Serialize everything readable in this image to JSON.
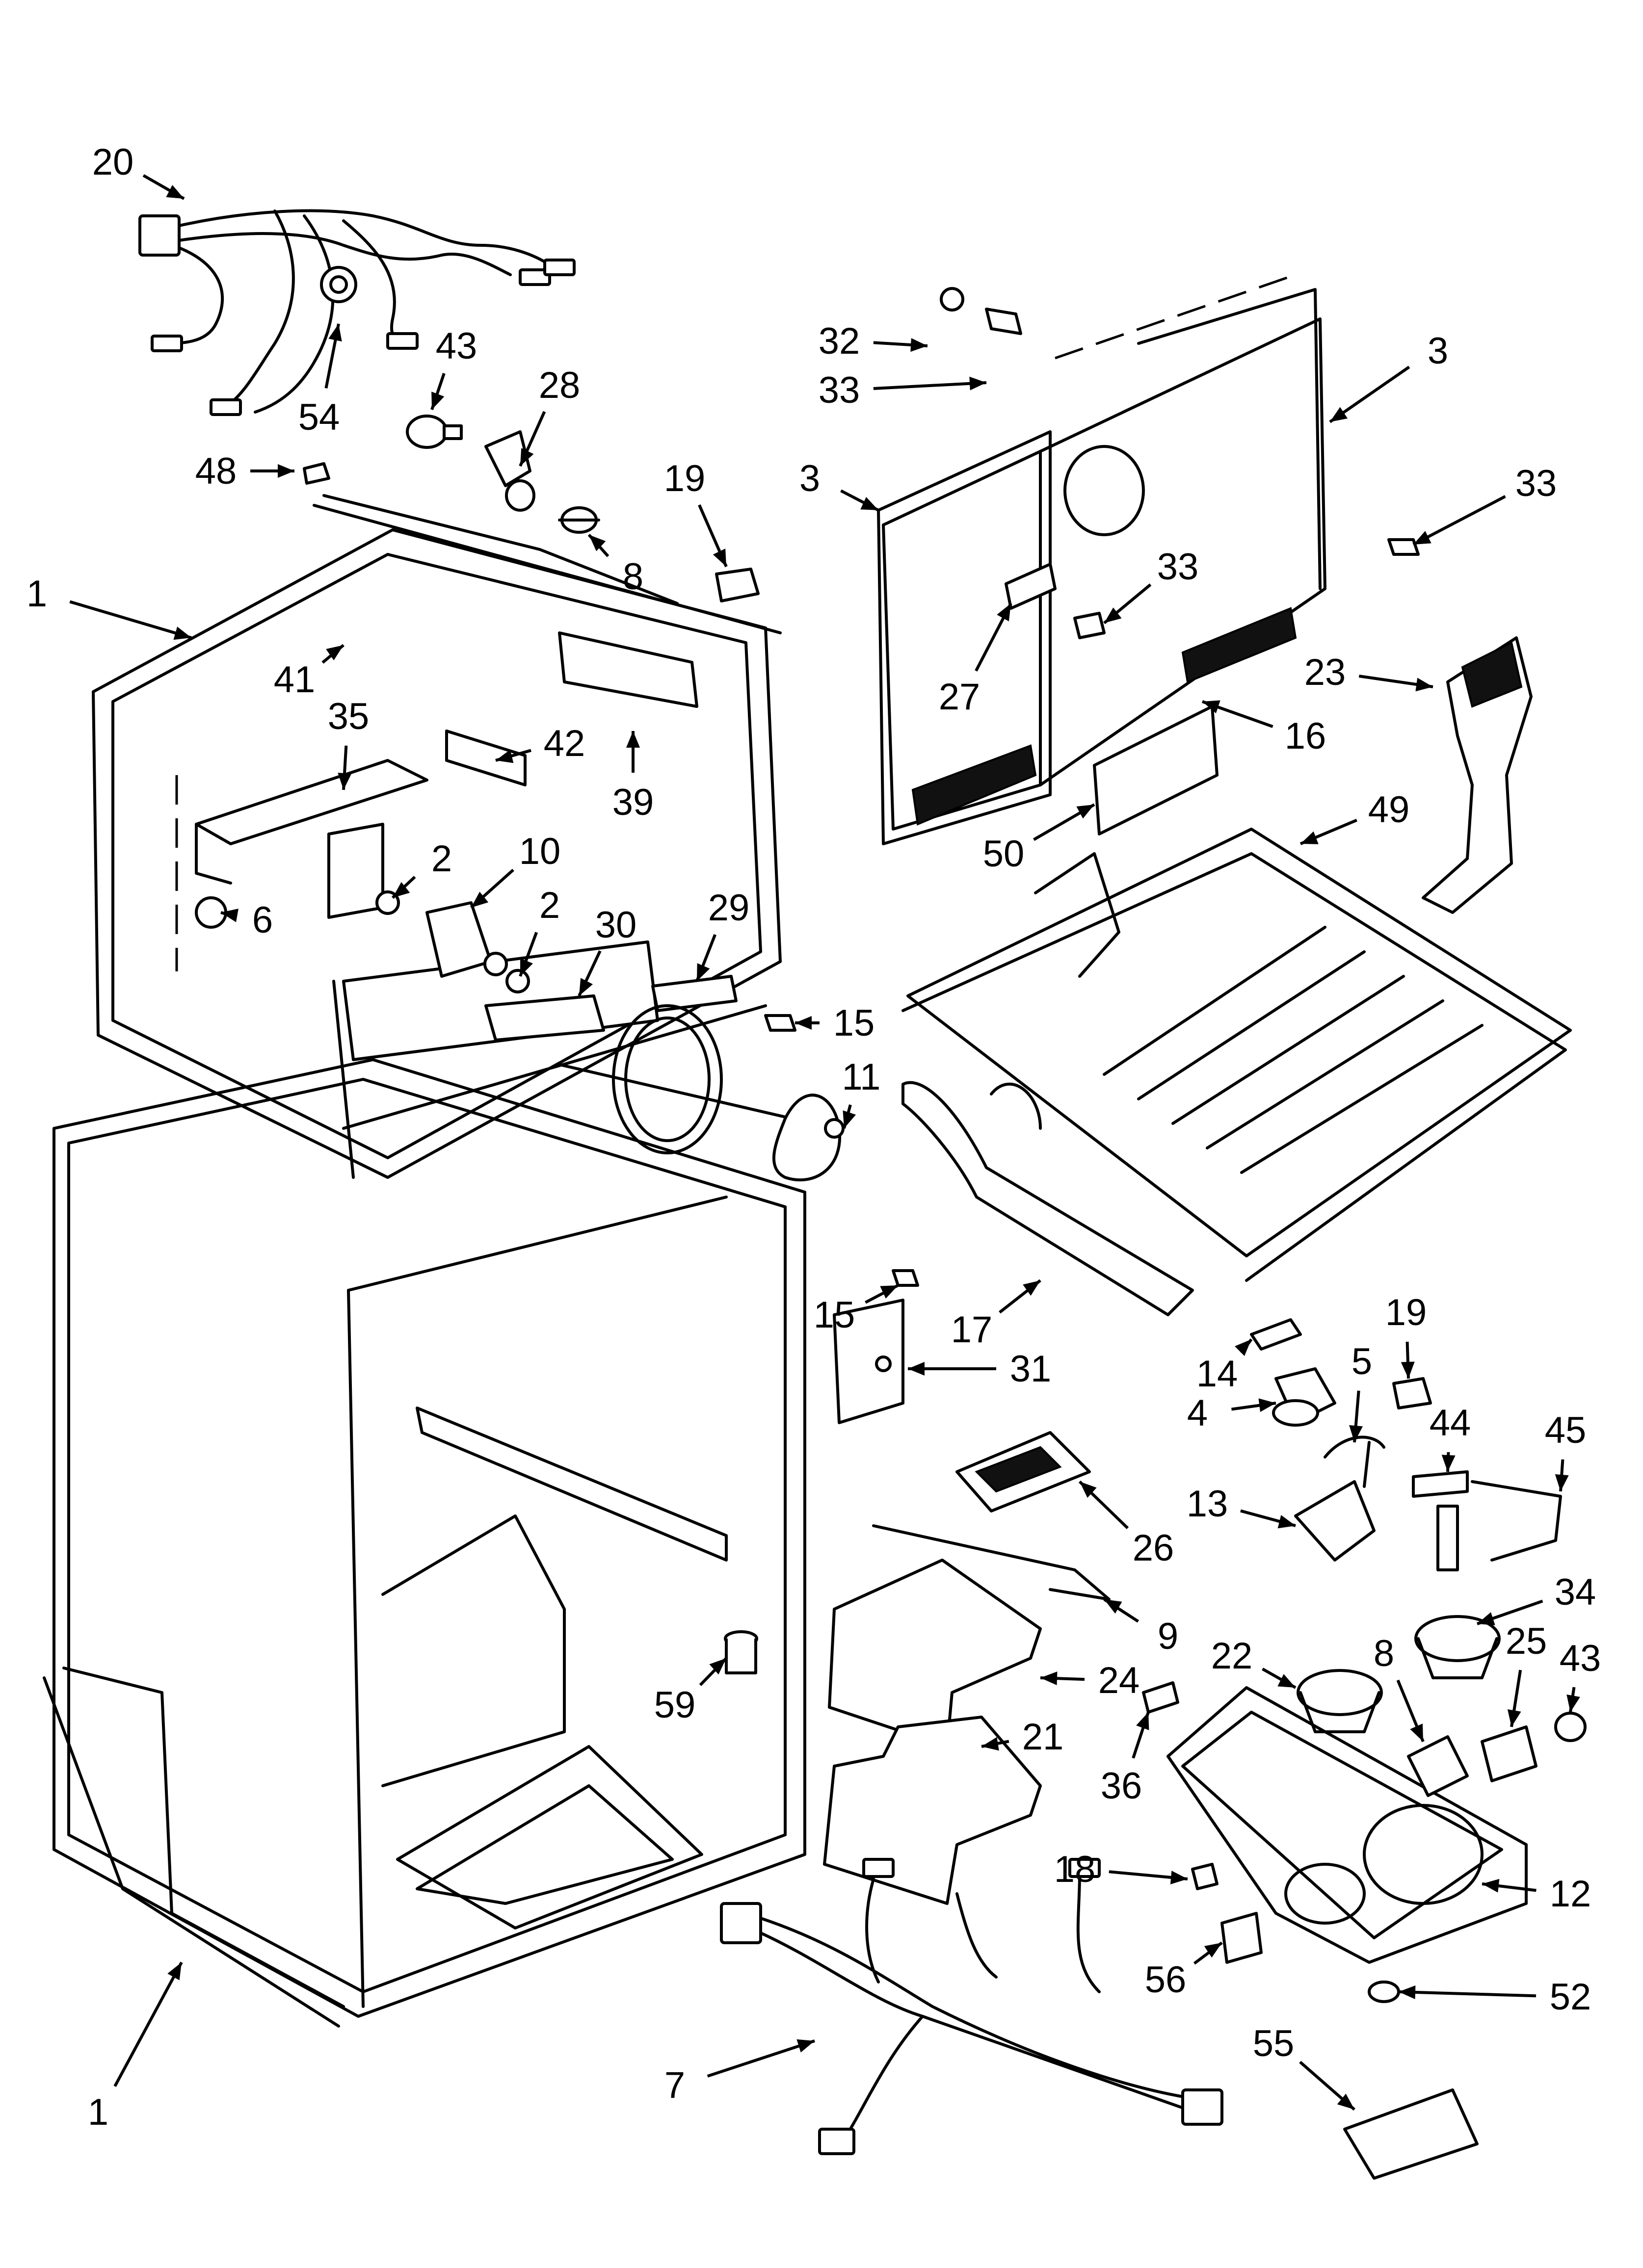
{
  "callouts": [
    {
      "id": "c20",
      "label": "20"
    },
    {
      "id": "c54",
      "label": "54"
    },
    {
      "id": "c43a",
      "label": "43"
    },
    {
      "id": "c28",
      "label": "28"
    },
    {
      "id": "c48",
      "label": "48"
    },
    {
      "id": "c19a",
      "label": "19"
    },
    {
      "id": "c8a",
      "label": "8"
    },
    {
      "id": "c1a",
      "label": "1"
    },
    {
      "id": "c41",
      "label": "41"
    },
    {
      "id": "c35",
      "label": "35"
    },
    {
      "id": "c42",
      "label": "42"
    },
    {
      "id": "c39",
      "label": "39"
    },
    {
      "id": "c2a",
      "label": "2"
    },
    {
      "id": "c10",
      "label": "10"
    },
    {
      "id": "c2b",
      "label": "2"
    },
    {
      "id": "c30",
      "label": "30"
    },
    {
      "id": "c29",
      "label": "29"
    },
    {
      "id": "c6",
      "label": "6"
    },
    {
      "id": "c15a",
      "label": "15"
    },
    {
      "id": "c11",
      "label": "11"
    },
    {
      "id": "c15b",
      "label": "15"
    },
    {
      "id": "c31",
      "label": "31"
    },
    {
      "id": "c17",
      "label": "17"
    },
    {
      "id": "c32",
      "label": "32"
    },
    {
      "id": "c33a",
      "label": "33"
    },
    {
      "id": "c3a",
      "label": "3"
    },
    {
      "id": "c3b",
      "label": "3"
    },
    {
      "id": "c33b",
      "label": "33"
    },
    {
      "id": "c33c",
      "label": "33"
    },
    {
      "id": "c27",
      "label": "27"
    },
    {
      "id": "c23",
      "label": "23"
    },
    {
      "id": "c16",
      "label": "16"
    },
    {
      "id": "c50",
      "label": "50"
    },
    {
      "id": "c49",
      "label": "49"
    },
    {
      "id": "c14",
      "label": "14"
    },
    {
      "id": "c19b",
      "label": "19"
    },
    {
      "id": "c5",
      "label": "5"
    },
    {
      "id": "c4",
      "label": "4"
    },
    {
      "id": "c44",
      "label": "44"
    },
    {
      "id": "c45",
      "label": "45"
    },
    {
      "id": "c13",
      "label": "13"
    },
    {
      "id": "c26",
      "label": "26"
    },
    {
      "id": "c34",
      "label": "34"
    },
    {
      "id": "c9",
      "label": "9"
    },
    {
      "id": "c22",
      "label": "22"
    },
    {
      "id": "c8b",
      "label": "8"
    },
    {
      "id": "c25",
      "label": "25"
    },
    {
      "id": "c43b",
      "label": "43"
    },
    {
      "id": "c24",
      "label": "24"
    },
    {
      "id": "c59",
      "label": "59"
    },
    {
      "id": "c21",
      "label": "21"
    },
    {
      "id": "c36",
      "label": "36"
    },
    {
      "id": "c18",
      "label": "18"
    },
    {
      "id": "c12",
      "label": "12"
    },
    {
      "id": "c56",
      "label": "56"
    },
    {
      "id": "c52",
      "label": "52"
    },
    {
      "id": "c55",
      "label": "55"
    },
    {
      "id": "c7",
      "label": "7"
    },
    {
      "id": "c1b",
      "label": "1"
    }
  ]
}
